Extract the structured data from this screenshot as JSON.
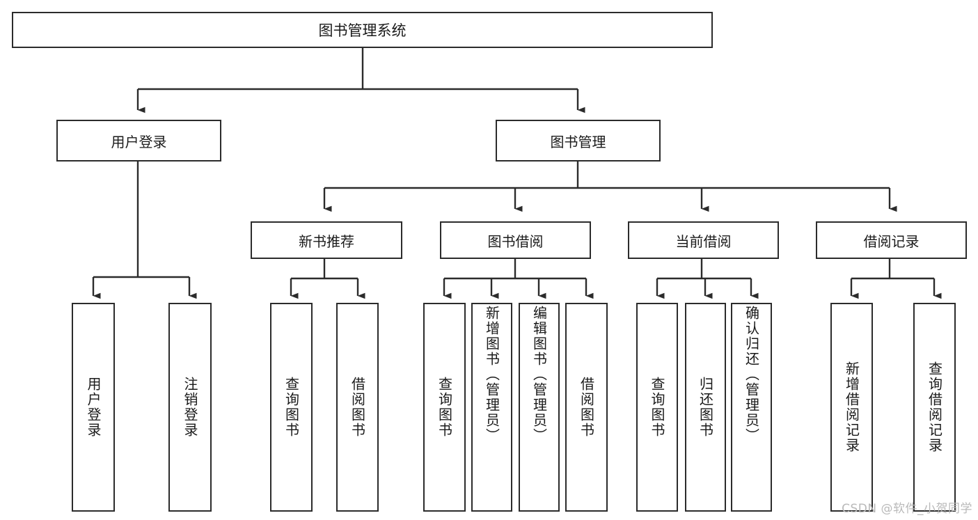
{
  "diagram": {
    "title": "图书管理系统",
    "type": "tree-hierarchy-diagram",
    "colors": {
      "stroke": "#2b2b2b",
      "fill": "#ffffff",
      "text": "#1a1a1a",
      "watermark": "#b9b9b9"
    },
    "levels": {
      "root": {
        "label": "图书管理系统"
      },
      "level2": [
        {
          "label": "用户登录"
        },
        {
          "label": "图书管理"
        }
      ],
      "level3": [
        {
          "label": "新书推荐"
        },
        {
          "label": "图书借阅"
        },
        {
          "label": "当前借阅"
        },
        {
          "label": "借阅记录"
        }
      ],
      "leaves": [
        {
          "label": "用户登录",
          "parent": "用户登录"
        },
        {
          "label": "注销登录",
          "parent": "用户登录"
        },
        {
          "label": "查询图书",
          "parent": "新书推荐"
        },
        {
          "label": "借阅图书",
          "parent": "新书推荐"
        },
        {
          "label": "查询图书",
          "parent": "图书借阅"
        },
        {
          "label": "新增图书（管理员）",
          "parent": "图书借阅"
        },
        {
          "label": "编辑图书（管理员）",
          "parent": "图书借阅"
        },
        {
          "label": "借阅图书",
          "parent": "图书借阅"
        },
        {
          "label": "查询图书",
          "parent": "当前借阅"
        },
        {
          "label": "归还图书",
          "parent": "当前借阅"
        },
        {
          "label": "确认归还（管理员）",
          "parent": "当前借阅"
        },
        {
          "label": "新增借阅记录",
          "parent": "借阅记录"
        },
        {
          "label": "查询借阅记录",
          "parent": "借阅记录"
        }
      ]
    }
  },
  "watermark": {
    "text": "CSDN @软件_小贺同学"
  }
}
